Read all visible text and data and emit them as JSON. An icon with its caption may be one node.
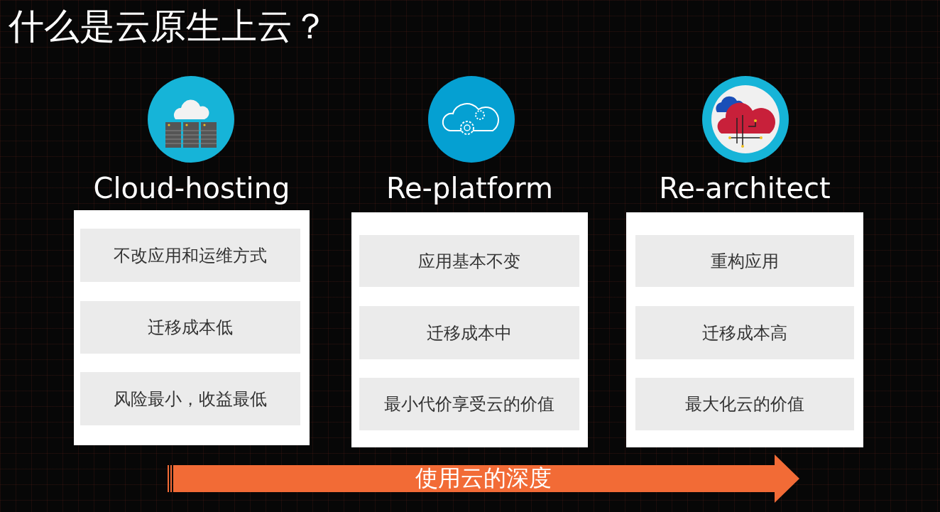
{
  "diagram": {
    "title": "什么是云原生上云？",
    "nodes": [
      {
        "text": [
          "Cloud-hosting"
        ]
      },
      {
        "text": [
          "不改应用和运维方式"
        ],
        "in": 0
      },
      {
        "text": [
          "迁移成本低"
        ],
        "in": 0
      },
      {
        "text": [
          "风险最小，收益最低"
        ],
        "in": 0
      },
      {
        "text": [
          "Re-platform"
        ]
      },
      {
        "text": [
          "应用基本不变"
        ],
        "in": 4
      },
      {
        "text": [
          "迁移成本中"
        ],
        "in": 4
      },
      {
        "text": [
          "最小代价享受云的价值"
        ],
        "in": 4
      },
      {
        "text": [
          "Re-architect"
        ]
      },
      {
        "text": [
          "重构应用"
        ],
        "in": 8
      },
      {
        "text": [
          "迁移成本高"
        ],
        "in": 8
      },
      {
        "text": [
          "最大化云的价值"
        ],
        "in": 8
      },
      {
        "text": [
          "使用云的深度"
        ]
      }
    ]
  }
}
